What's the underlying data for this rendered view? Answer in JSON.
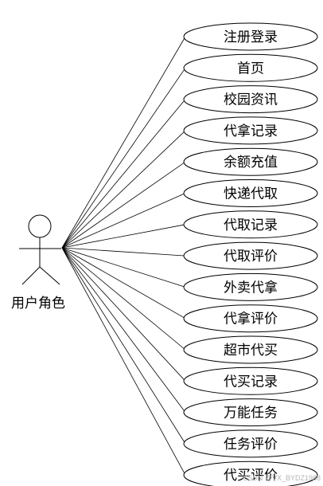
{
  "actor": {
    "label": "用户角色"
  },
  "use_cases": [
    "注册登录",
    "首页",
    "校园资讯",
    "代拿记录",
    "余额充值",
    "快递代取",
    "代取记录",
    "代取评价",
    "外卖代拿",
    "代拿评价",
    "超市代买",
    "代买记录",
    "万能任务",
    "任务评价",
    "代买评价"
  ],
  "watermark": "CSDN @VX_BYDZ1988"
}
